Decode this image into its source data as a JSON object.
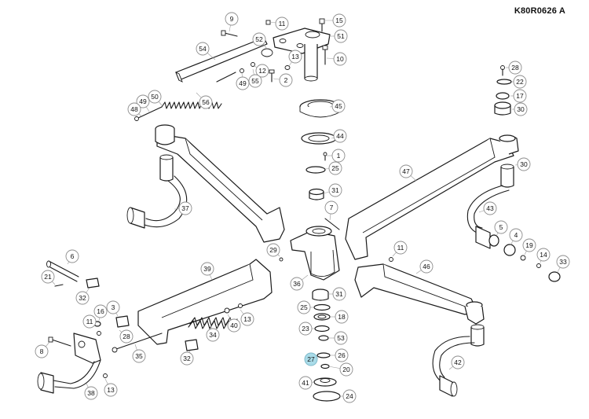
{
  "header": {
    "reference": "K80R0626   A"
  },
  "highlight_color": "#a9dbe8",
  "callouts": [
    {
      "id": "c9",
      "label": "9"
    },
    {
      "id": "c11a",
      "label": "11"
    },
    {
      "id": "c15",
      "label": "15"
    },
    {
      "id": "c51",
      "label": "51"
    },
    {
      "id": "c52",
      "label": "52"
    },
    {
      "id": "c13a",
      "label": "13"
    },
    {
      "id": "c10",
      "label": "10"
    },
    {
      "id": "c54",
      "label": "54"
    },
    {
      "id": "c12",
      "label": "12"
    },
    {
      "id": "c55",
      "label": "55"
    },
    {
      "id": "c49a",
      "label": "49"
    },
    {
      "id": "c2",
      "label": "2"
    },
    {
      "id": "c50",
      "label": "50"
    },
    {
      "id": "c49b",
      "label": "49"
    },
    {
      "id": "c48",
      "label": "48"
    },
    {
      "id": "c56",
      "label": "56"
    },
    {
      "id": "c45",
      "label": "45"
    },
    {
      "id": "c44",
      "label": "44"
    },
    {
      "id": "c1",
      "label": "1"
    },
    {
      "id": "c25a",
      "label": "25"
    },
    {
      "id": "c31a",
      "label": "31"
    },
    {
      "id": "c7",
      "label": "7"
    },
    {
      "id": "c28a",
      "label": "28"
    },
    {
      "id": "c22",
      "label": "22"
    },
    {
      "id": "c17",
      "label": "17"
    },
    {
      "id": "c30a",
      "label": "30"
    },
    {
      "id": "c47",
      "label": "47"
    },
    {
      "id": "c30b",
      "label": "30"
    },
    {
      "id": "c43",
      "label": "43"
    },
    {
      "id": "c5",
      "label": "5"
    },
    {
      "id": "c4",
      "label": "4"
    },
    {
      "id": "c19",
      "label": "19"
    },
    {
      "id": "c14",
      "label": "14"
    },
    {
      "id": "c33",
      "label": "33"
    },
    {
      "id": "c11b",
      "label": "11"
    },
    {
      "id": "c46",
      "label": "46"
    },
    {
      "id": "c37",
      "label": "37"
    },
    {
      "id": "c29",
      "label": "29"
    },
    {
      "id": "c36",
      "label": "36"
    },
    {
      "id": "c31b",
      "label": "31"
    },
    {
      "id": "c25b",
      "label": "25"
    },
    {
      "id": "c18",
      "label": "18"
    },
    {
      "id": "c23",
      "label": "23"
    },
    {
      "id": "c53",
      "label": "53"
    },
    {
      "id": "c27",
      "label": "27",
      "highlight": true
    },
    {
      "id": "c26",
      "label": "26"
    },
    {
      "id": "c20",
      "label": "20"
    },
    {
      "id": "c41",
      "label": "41"
    },
    {
      "id": "c24",
      "label": "24"
    },
    {
      "id": "c6",
      "label": "6"
    },
    {
      "id": "c21",
      "label": "21"
    },
    {
      "id": "c32a",
      "label": "32"
    },
    {
      "id": "c39",
      "label": "39"
    },
    {
      "id": "c3",
      "label": "3"
    },
    {
      "id": "c16",
      "label": "16"
    },
    {
      "id": "c11c",
      "label": "11"
    },
    {
      "id": "c13b",
      "label": "13"
    },
    {
      "id": "c40",
      "label": "40"
    },
    {
      "id": "c34",
      "label": "34"
    },
    {
      "id": "c8",
      "label": "8"
    },
    {
      "id": "c28b",
      "label": "28"
    },
    {
      "id": "c35",
      "label": "35"
    },
    {
      "id": "c32b",
      "label": "32"
    },
    {
      "id": "c38",
      "label": "38"
    },
    {
      "id": "c13c",
      "label": "13"
    },
    {
      "id": "c42",
      "label": "42"
    }
  ]
}
